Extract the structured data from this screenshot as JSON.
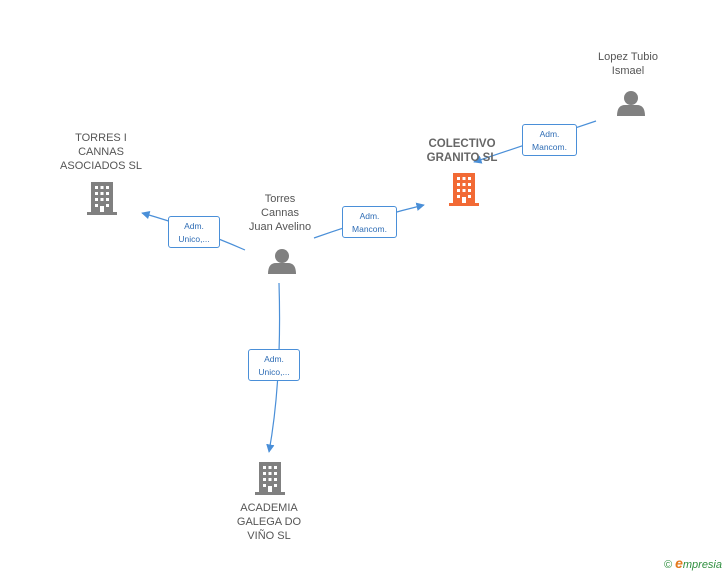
{
  "nodes": {
    "colectivo": {
      "label": "COLECTIVO\nGRANITO  SL",
      "type": "company",
      "color": "#f26a35"
    },
    "torres_asociados": {
      "label": "TORRES I\nCANNAS\nASOCIADOS  SL",
      "type": "company",
      "color": "#808080"
    },
    "academia": {
      "label": "ACADEMIA\nGALEGA DO\nVIÑO  SL",
      "type": "company",
      "color": "#808080"
    },
    "torres_juan": {
      "label": "Torres\nCannas\nJuan Avelino",
      "type": "person",
      "color": "#808080"
    },
    "lopez": {
      "label": "Lopez Tubio\nIsmael",
      "type": "person",
      "color": "#808080"
    }
  },
  "edges": [
    {
      "id": "juan-colectivo",
      "label": "Adm.\nMancom."
    },
    {
      "id": "lopez-colectivo",
      "label": "Adm.\nMancom."
    },
    {
      "id": "juan-torres",
      "label": "Adm.\nUnico,..."
    },
    {
      "id": "juan-academia",
      "label": "Adm.\nUnico,..."
    }
  ],
  "colors": {
    "edge": "#4a8fd8"
  },
  "brand": {
    "copyright": "©",
    "initial": "e",
    "name": "mpresia"
  }
}
